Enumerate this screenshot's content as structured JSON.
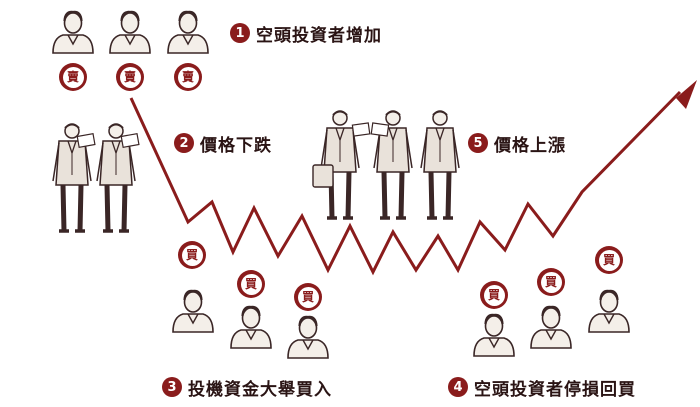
{
  "colors": {
    "accent": "#8a1c1c",
    "ink": "#3a2626",
    "badge_bg": "#8a1c1c",
    "badge_text": "#8a1c1c"
  },
  "steps": [
    {
      "num": "1",
      "text": "空頭投資者增加"
    },
    {
      "num": "2",
      "text": "價格下跌"
    },
    {
      "num": "3",
      "text": "投機資金大舉買入"
    },
    {
      "num": "4",
      "text": "空頭投資者停損回買"
    },
    {
      "num": "5",
      "text": "價格上漲"
    }
  ],
  "badges": {
    "sell": "賣",
    "buy": "買"
  },
  "icons": {
    "figure": "person-bust-icon",
    "businessman": "businessman-icon",
    "trend": "price-line-arrow-icon"
  }
}
